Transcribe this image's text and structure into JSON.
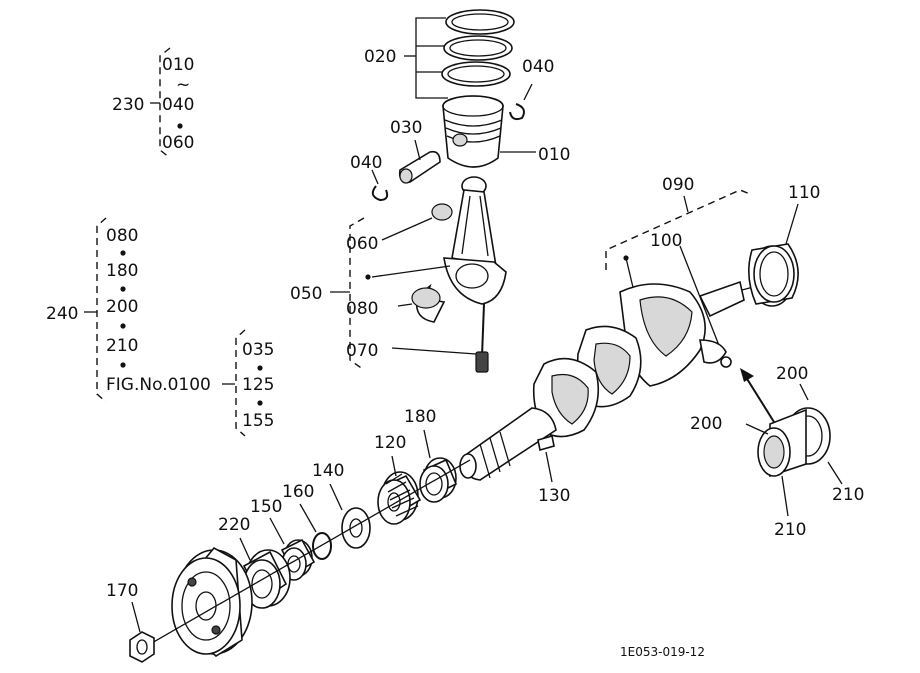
{
  "diagram": {
    "labels": {
      "p010": "010",
      "p020": "020",
      "p030": "030",
      "p040a": "040",
      "p040b": "040",
      "p050": "050",
      "p060": "060",
      "p070": "070",
      "p080": "080",
      "p090": "090",
      "p100": "100",
      "p110": "110",
      "p120": "120",
      "p130": "130",
      "p140": "140",
      "p150": "150",
      "p160": "160",
      "p170": "170",
      "p180": "180",
      "p200a": "200",
      "p200b": "200",
      "p210a": "210",
      "p210b": "210",
      "p220": "220"
    },
    "group230": {
      "label": "230",
      "items": [
        "010",
        "~",
        "040",
        "060"
      ]
    },
    "group240": {
      "label": "240",
      "items": [
        "080",
        "180",
        "200",
        "210",
        "FIG.No.0100"
      ]
    },
    "subgroup0100": {
      "items": [
        "035",
        "125",
        "155"
      ]
    },
    "figure_code": "1E053-019-12"
  }
}
